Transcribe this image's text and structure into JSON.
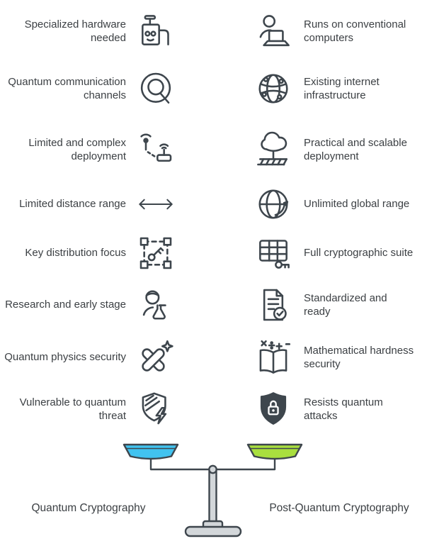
{
  "left_column": {
    "items": [
      {
        "label": "Specialized hardware needed",
        "icon": "hardware-device-icon"
      },
      {
        "label": "Quantum communication channels",
        "icon": "quantum-q-icon"
      },
      {
        "label": "Limited and complex deployment",
        "icon": "antenna-network-icon"
      },
      {
        "label": "Limited distance range",
        "icon": "double-arrow-icon"
      },
      {
        "label": "Key distribution focus",
        "icon": "key-distribution-icon"
      },
      {
        "label": "Research and early stage",
        "icon": "researcher-flask-icon"
      },
      {
        "label": "Quantum physics security",
        "icon": "crossed-capsules-sparkle-icon"
      },
      {
        "label": "Vulnerable to quantum threat",
        "icon": "shield-lightning-icon"
      }
    ]
  },
  "right_column": {
    "items": [
      {
        "label": "Runs on conventional computers",
        "icon": "person-laptop-icon"
      },
      {
        "label": "Existing internet infrastructure",
        "icon": "network-globe-icon"
      },
      {
        "label": "Practical and scalable deployment",
        "icon": "tree-ground-icon"
      },
      {
        "label": "Unlimited global range",
        "icon": "globe-arrow-icon"
      },
      {
        "label": "Full cryptographic suite",
        "icon": "table-key-icon"
      },
      {
        "label": "Standardized and ready",
        "icon": "document-check-icon"
      },
      {
        "label": "Mathematical hardness security",
        "icon": "math-book-icon"
      },
      {
        "label": "Resists quantum attacks",
        "icon": "shield-lock-icon"
      }
    ]
  },
  "scale": {
    "left_label": "Quantum Cryptography",
    "right_label": "Post-Quantum Cryptography",
    "left_pan_color": "#41c3f0",
    "right_pan_color": "#a9df3e",
    "metal_color": "#d3d7da",
    "outline_color": "#3e464d"
  }
}
